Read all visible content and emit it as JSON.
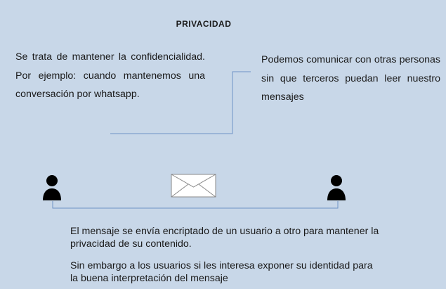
{
  "title": "PRIVACIDAD",
  "left_note": "Se trata de mantener la confidencialidad. Por ejemplo: cuando mantenemos una conversación por whatsapp.",
  "right_note": "Podemos comunicar con otras personas sin que terceros puedan leer nuestro mensajes",
  "bottom_note_1": "El mensaje se envía encriptado de un usuario a otro para mantener la privacidad de su contenido.",
  "bottom_note_2": "Sin embargo a los usuarios si les interesa exponer su identidad para la buena interpretación del mensaje",
  "colors": {
    "background": "#c8d7e8",
    "connector": "#6e93c6",
    "icon": "#000000"
  },
  "icons": {
    "sender": "person-icon",
    "message": "envelope-icon",
    "receiver": "person-icon"
  }
}
